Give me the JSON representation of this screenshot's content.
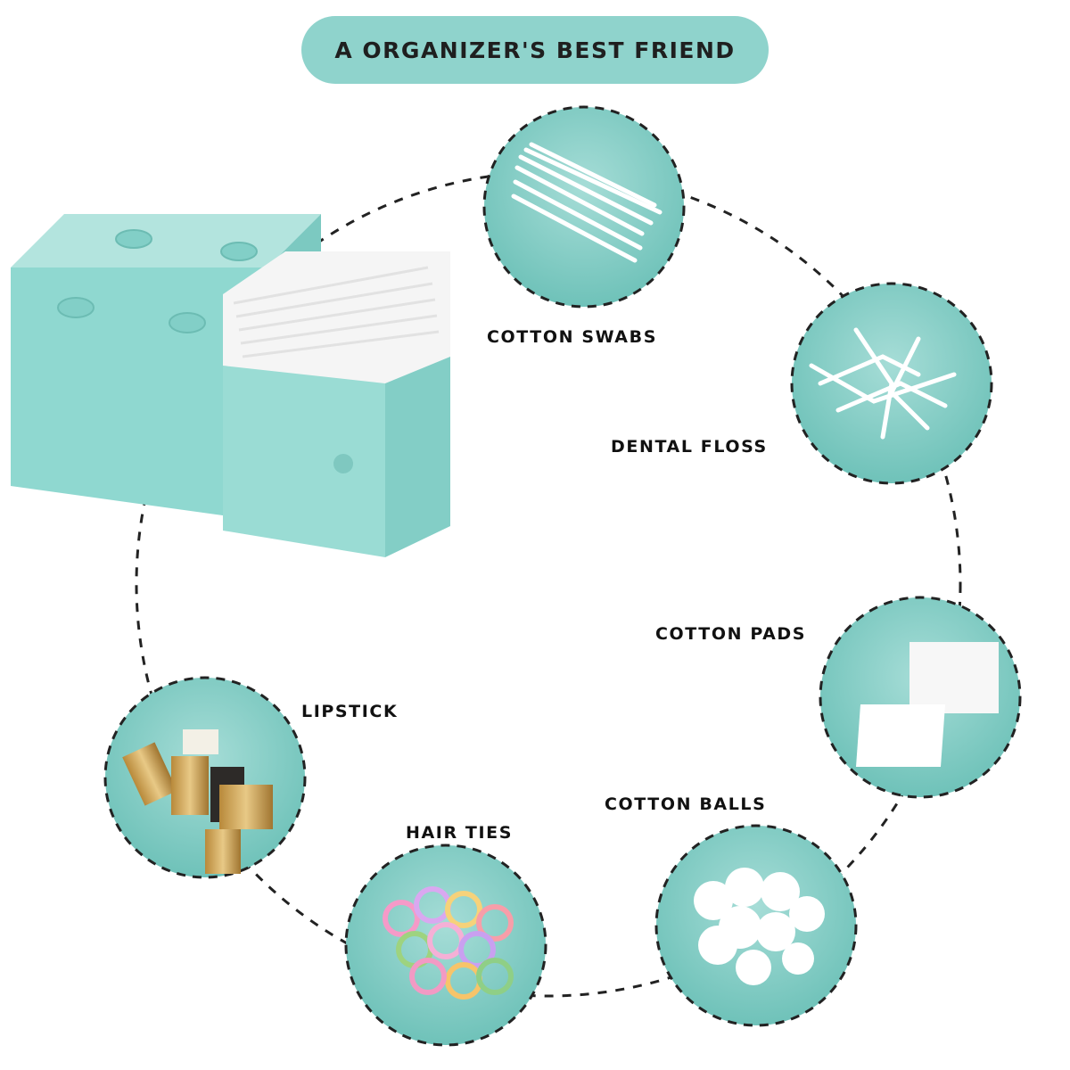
{
  "banner": {
    "title": "A ORGANIZER'S BEST FRIEND"
  },
  "items": [
    {
      "label": "COTTON SWABS",
      "icon": "cotton-swabs-icon"
    },
    {
      "label": "DENTAL FLOSS",
      "icon": "dental-floss-icon"
    },
    {
      "label": "COTTON PADS",
      "icon": "cotton-pads-icon"
    },
    {
      "label": "COTTON BALLS",
      "icon": "cotton-balls-icon"
    },
    {
      "label": "HAIR TIES",
      "icon": "hair-ties-icon"
    },
    {
      "label": "LIPSTICK",
      "icon": "lipstick-icon"
    }
  ],
  "colors": {
    "accent": "#8fd3cc",
    "circle_fill": "#7fcac2",
    "box": "#8fd8d0",
    "text": "#111111"
  }
}
